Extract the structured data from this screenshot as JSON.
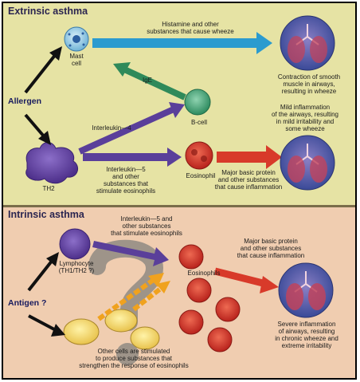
{
  "extrinsic": {
    "title": "Extrinsic asthma",
    "allergen": "Allergen",
    "mast_cell": "Mast\ncell",
    "histamine": "Histamine and other\nsubstances that cause wheeze",
    "ige": "IgE",
    "contraction": "Contraction of smooth\nmuscle in airways,\nresulting in wheeze",
    "interleukin4": "Interleukin—4",
    "bcell": "B-cell",
    "mild": "Mild inflammation\nof the airways, resulting\nin mild irritability and\nsome wheeze",
    "th2": "TH2",
    "il5": "Interleukin—5\nand other\nsubstances that\nstimulate eosinophils",
    "eosinophil": "Eosinophil",
    "major_basic": "Major basic protein\nand other substances\nthat cause inflammation"
  },
  "intrinsic": {
    "title": "Intrinsic asthma",
    "antigen": "Antigen ?",
    "lymphocyte": "Lymphocyte\n(TH1/TH2 ?)",
    "il5": "Interleukin—5 and\nother substances\nthat stimulate eosinophils",
    "eosinophils": "Eosinophils",
    "major_basic": "Major basic protein\nand other substances\nthat cause inflammation",
    "other_cells": "Other cells are stimulated\nto produce substances that\nstrengthen the response of eosinophils",
    "severe": "Severe inflammation\nof airways, resulting\nin chronic wheeze and\nextreme irritability"
  },
  "colors": {
    "panel_top": "#e6e3a4",
    "panel_bottom": "#f0cdb0",
    "arrow_black": "#111111",
    "arrow_blue": "#2b9bcf",
    "arrow_green": "#2f8a5a",
    "arrow_purple": "#5a3f9a",
    "arrow_red": "#d83a2a",
    "arrow_orange": "#f0a21e",
    "eosinophil_red": "#d0312a",
    "lung_blue": "#3f4f9e"
  }
}
